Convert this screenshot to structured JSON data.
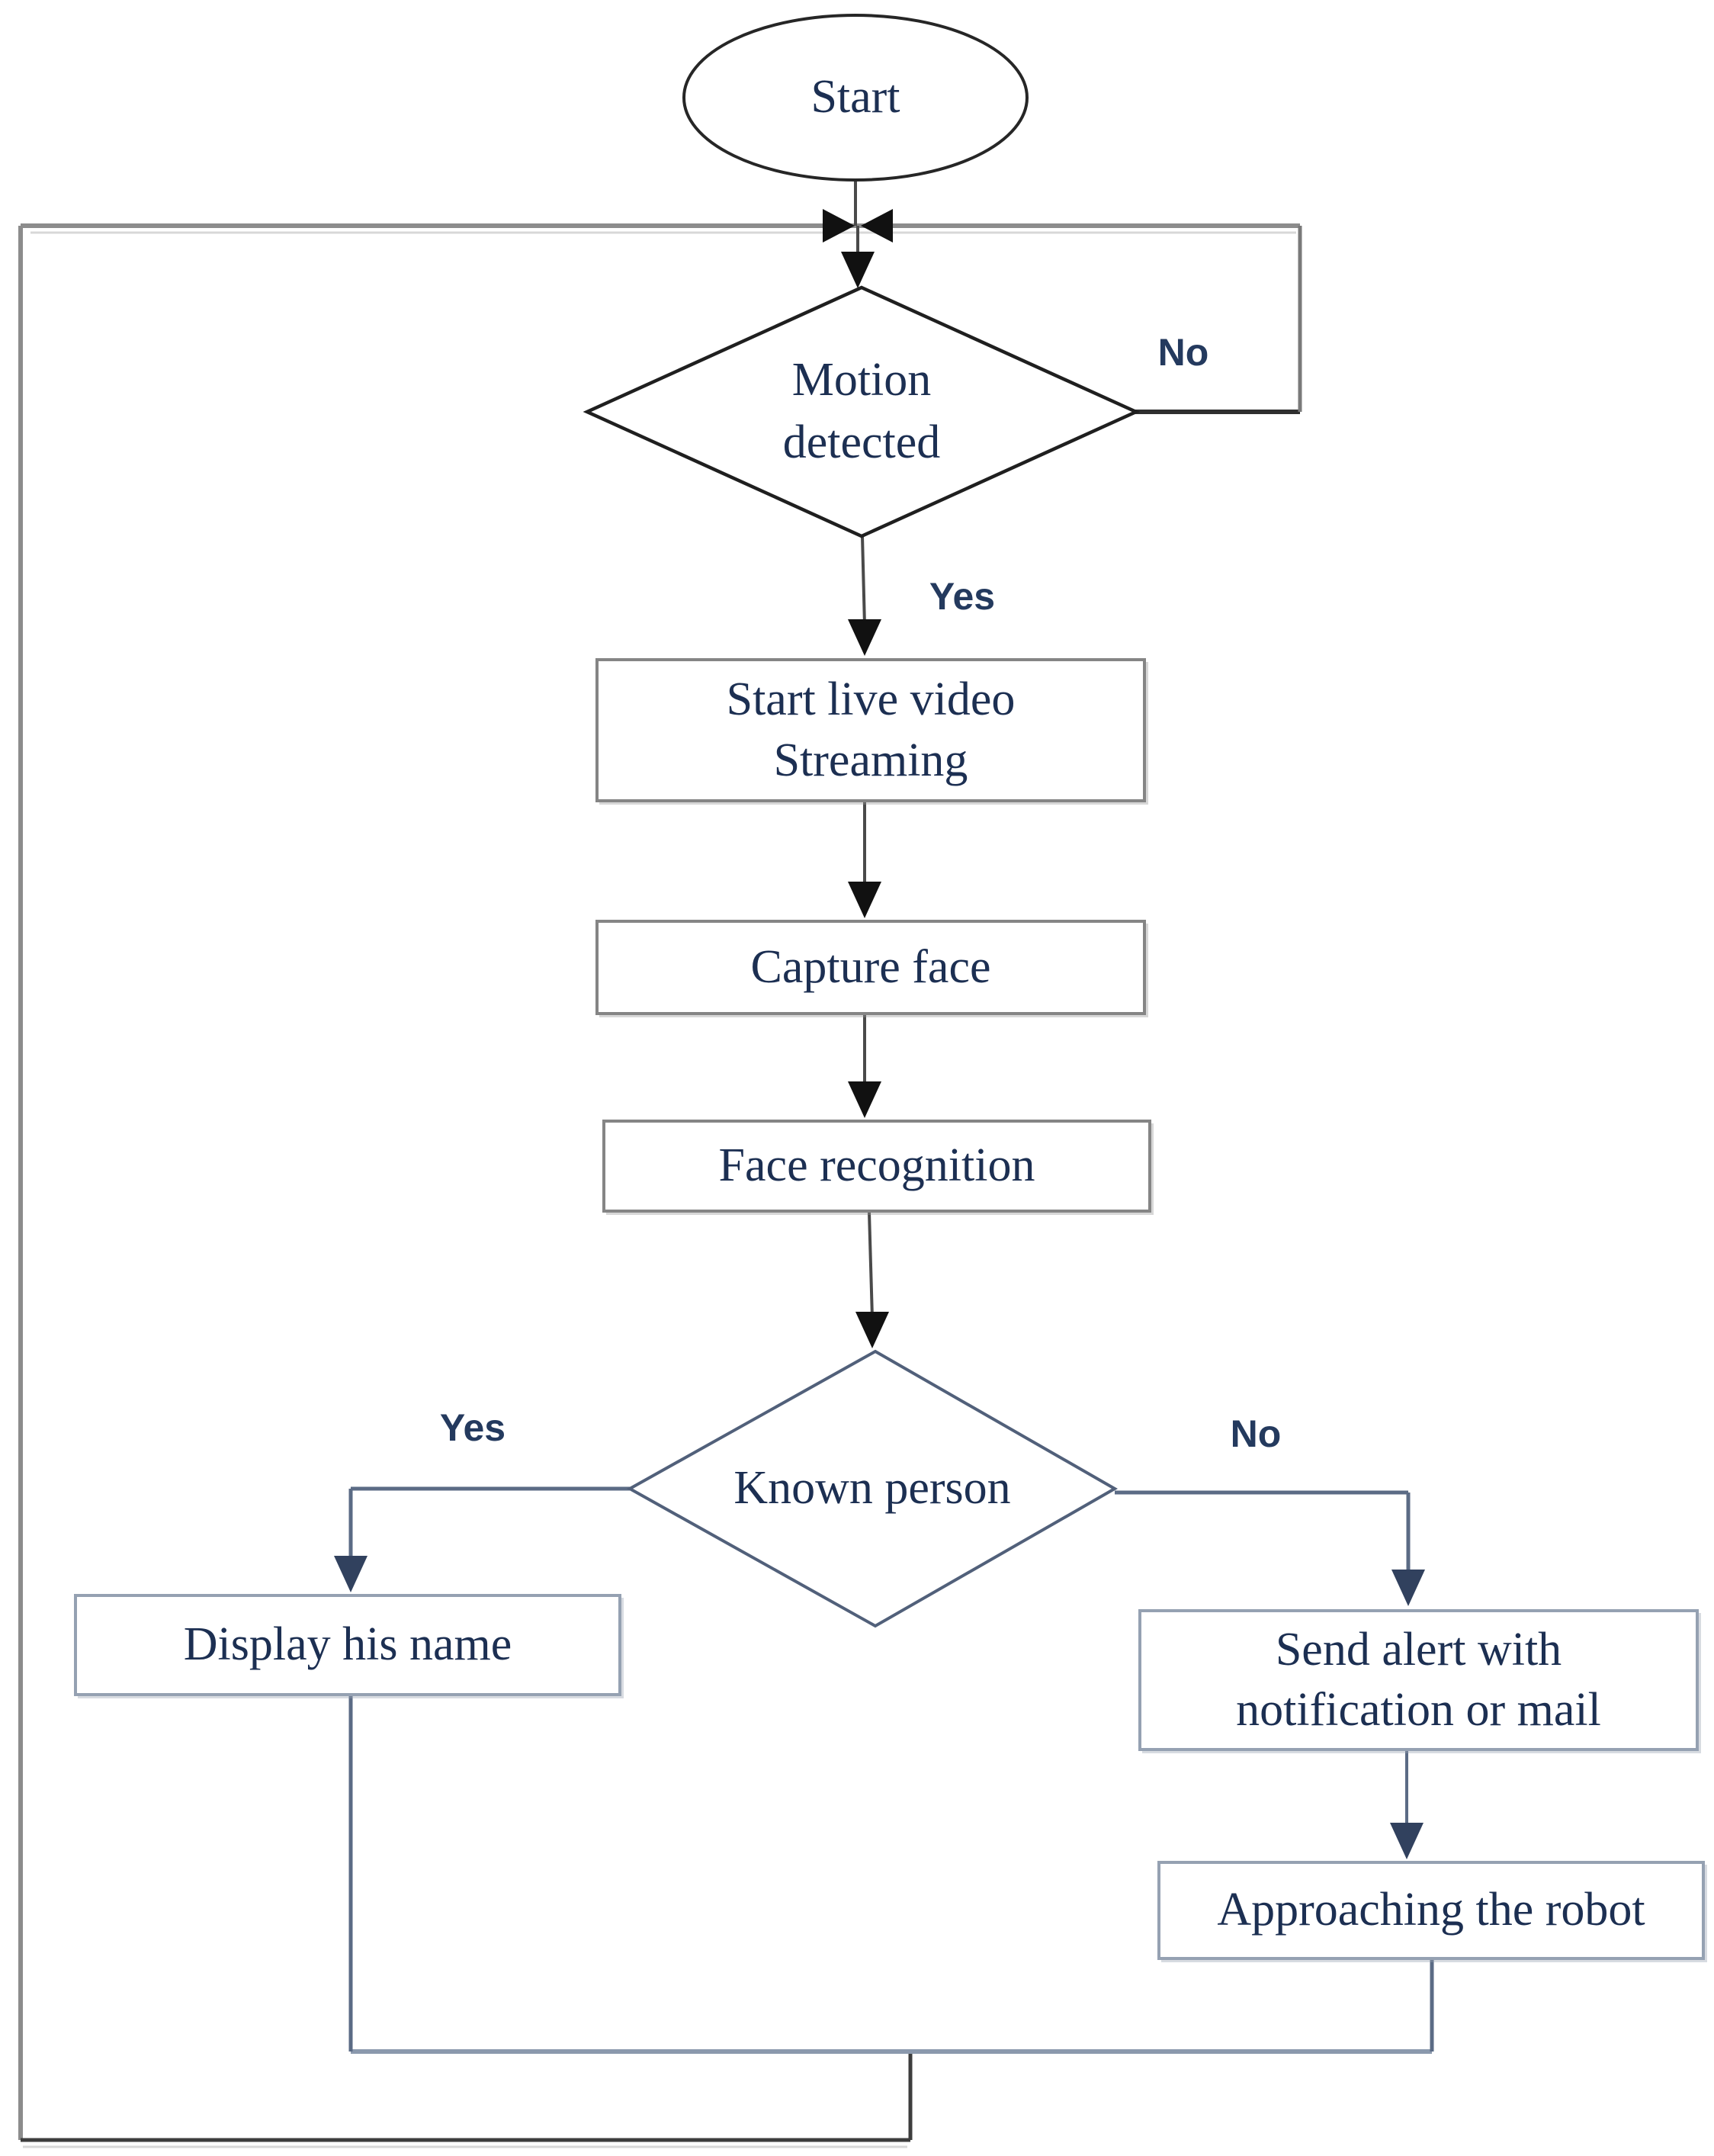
{
  "diagram": {
    "type": "flowchart",
    "nodes": {
      "start": {
        "label": "Start",
        "shape": "terminator"
      },
      "motion_detected": {
        "line1": "Motion",
        "line2": "detected",
        "shape": "decision"
      },
      "start_streaming": {
        "line1": "Start live video",
        "line2": "Streaming",
        "shape": "process"
      },
      "capture_face": {
        "label": "Capture face",
        "shape": "process"
      },
      "face_recognition": {
        "label": "Face recognition",
        "shape": "process"
      },
      "known_person": {
        "label": "Known person",
        "shape": "decision"
      },
      "display_name": {
        "label": "Display his name",
        "shape": "process"
      },
      "send_alert": {
        "line1": "Send alert with",
        "line2": "notification or mail",
        "shape": "process"
      },
      "approach_robot": {
        "label": "Approaching the robot",
        "shape": "process"
      }
    },
    "edge_labels": {
      "motion_no": "No",
      "motion_yes": "Yes",
      "known_yes": "Yes",
      "known_no": "No"
    },
    "edges": [
      "start -> motion_detected",
      "motion_detected -No-> loop back to junction above motion_detected",
      "motion_detected -Yes-> start_streaming",
      "start_streaming -> capture_face",
      "capture_face -> face_recognition",
      "face_recognition -> known_person",
      "known_person -Yes-> display_name",
      "known_person -No-> send_alert",
      "send_alert -> approach_robot",
      "display_name & approach_robot -> merge -> loop back to junction above motion_detected"
    ],
    "colors": {
      "node_text": "#1c2f52",
      "label_text": "#243a5e",
      "dark_stroke": "#262626",
      "gray_stroke": "#8c8c8c",
      "slate_stroke": "#51607a",
      "slate_light": "#8b99ad",
      "box_border": "#858585",
      "slate_box_border": "#95a1b2",
      "page_bg": "#ffffff"
    }
  }
}
